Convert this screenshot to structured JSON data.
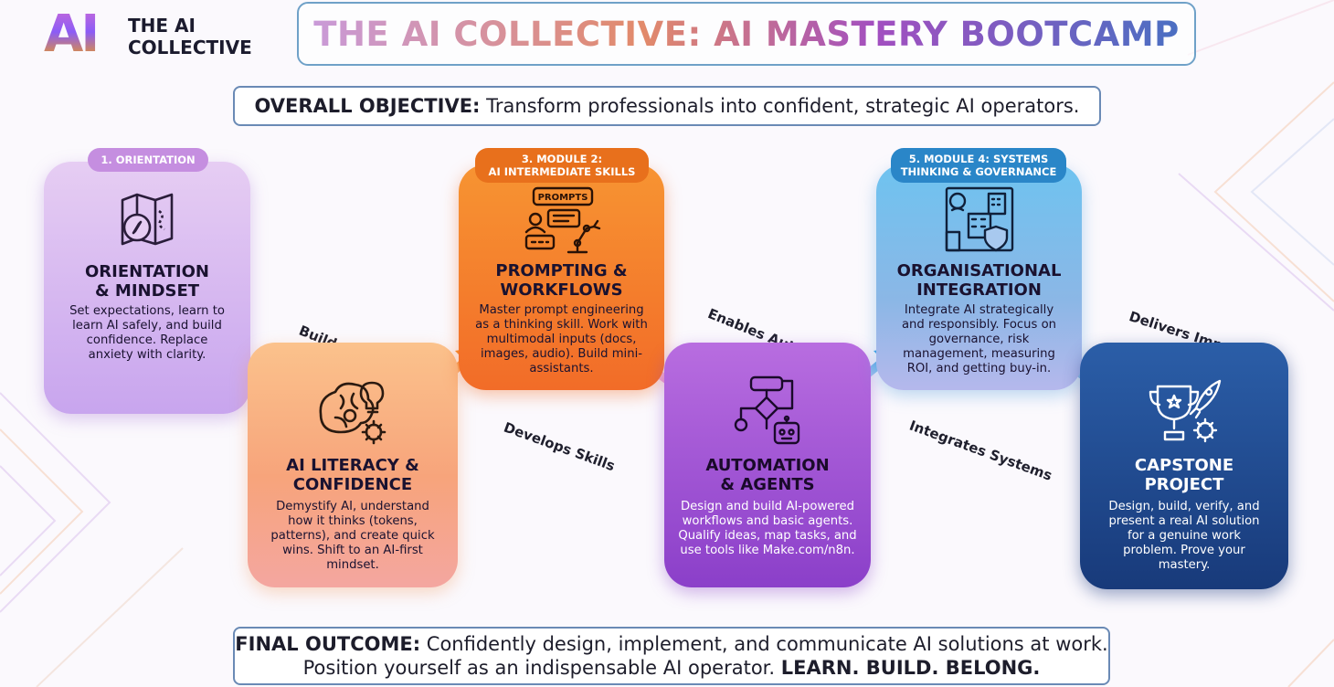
{
  "brand": {
    "mark": "AI",
    "name_line1": "THE AI",
    "name_line2": "COLLECTIVE"
  },
  "title": "THE AI COLLECTIVE: AI MASTERY BOOTCAMP",
  "objective": {
    "label": "OVERALL OBJECTIVE:",
    "text": " Transform professionals into confident, strategic AI operators."
  },
  "stages": [
    {
      "tag": "1. ORIENTATION",
      "title_line1": "ORIENTATION",
      "title_line2": "& MINDSET",
      "description": "Set expectations, learn to learn AI safely, and build confidence. Replace anxiety with clarity.",
      "icon": "map-compass-icon"
    },
    {
      "tag": "",
      "title_line1": "AI LITERACY &",
      "title_line2": "CONFIDENCE",
      "description": "Demystify AI, understand how it thinks (tokens, patterns), and create quick wins. Shift to an AI-first mindset.",
      "icon": "brain-gears-bulb-icon"
    },
    {
      "tag_line1": "3. MODULE 2:",
      "tag_line2": "AI INTERMEDIATE SKILLS",
      "title_line1": "PROMPTING &",
      "title_line2": "WORKFLOWS",
      "description": "Master prompt engineering as a thinking skill. Work with multimodal inputs (docs, images, audio). Build mini-assistants.",
      "icon_label": "PROMPTS",
      "icon": "prompts-robot-arm-icon"
    },
    {
      "tag": "",
      "title_line1": "AUTOMATION",
      "title_line2": "& AGENTS",
      "description": "Design and build AI-powered workflows and basic agents. Qualify ideas, map tasks, and use tools like Make.com/n8n.",
      "icon": "flowchart-robot-icon"
    },
    {
      "tag_line1": "5. MODULE 4: SYSTEMS",
      "tag_line2": "THINKING & GOVERNANCE",
      "title_line1": "ORGANISATIONAL",
      "title_line2": "INTEGRATION",
      "description": "Integrate AI strategically and responsibly. Focus on governance, risk management, measuring ROI, and getting buy-in.",
      "icon": "org-network-shield-icon"
    },
    {
      "tag": "",
      "title_line1": "CAPSTONE",
      "title_line2": "PROJECT",
      "description": "Design, build, verify, and present a real AI solution for a genuine work problem. Prove your mastery.",
      "icon": "trophy-rocket-icon"
    }
  ],
  "connectors": [
    "Builds Literacy",
    "Develops Skills",
    "Enables Automation",
    "Integrates Systems",
    "Delivers Impact"
  ],
  "outcome": {
    "label": "FINAL OUTCOME:",
    "line1": " Confidently design, implement, and communicate AI solutions at work.",
    "line2": "Position yourself as an indispensable AI operator. ",
    "tagline": "LEARN. BUILD. BELONG."
  },
  "colors": {
    "stage1": "#c8a5ee",
    "stage2": "#f7a47b",
    "stage3": "#f26c28",
    "stage4": "#8b3fc9",
    "stage5": "#6ec3f0",
    "stage6": "#183a7a"
  }
}
